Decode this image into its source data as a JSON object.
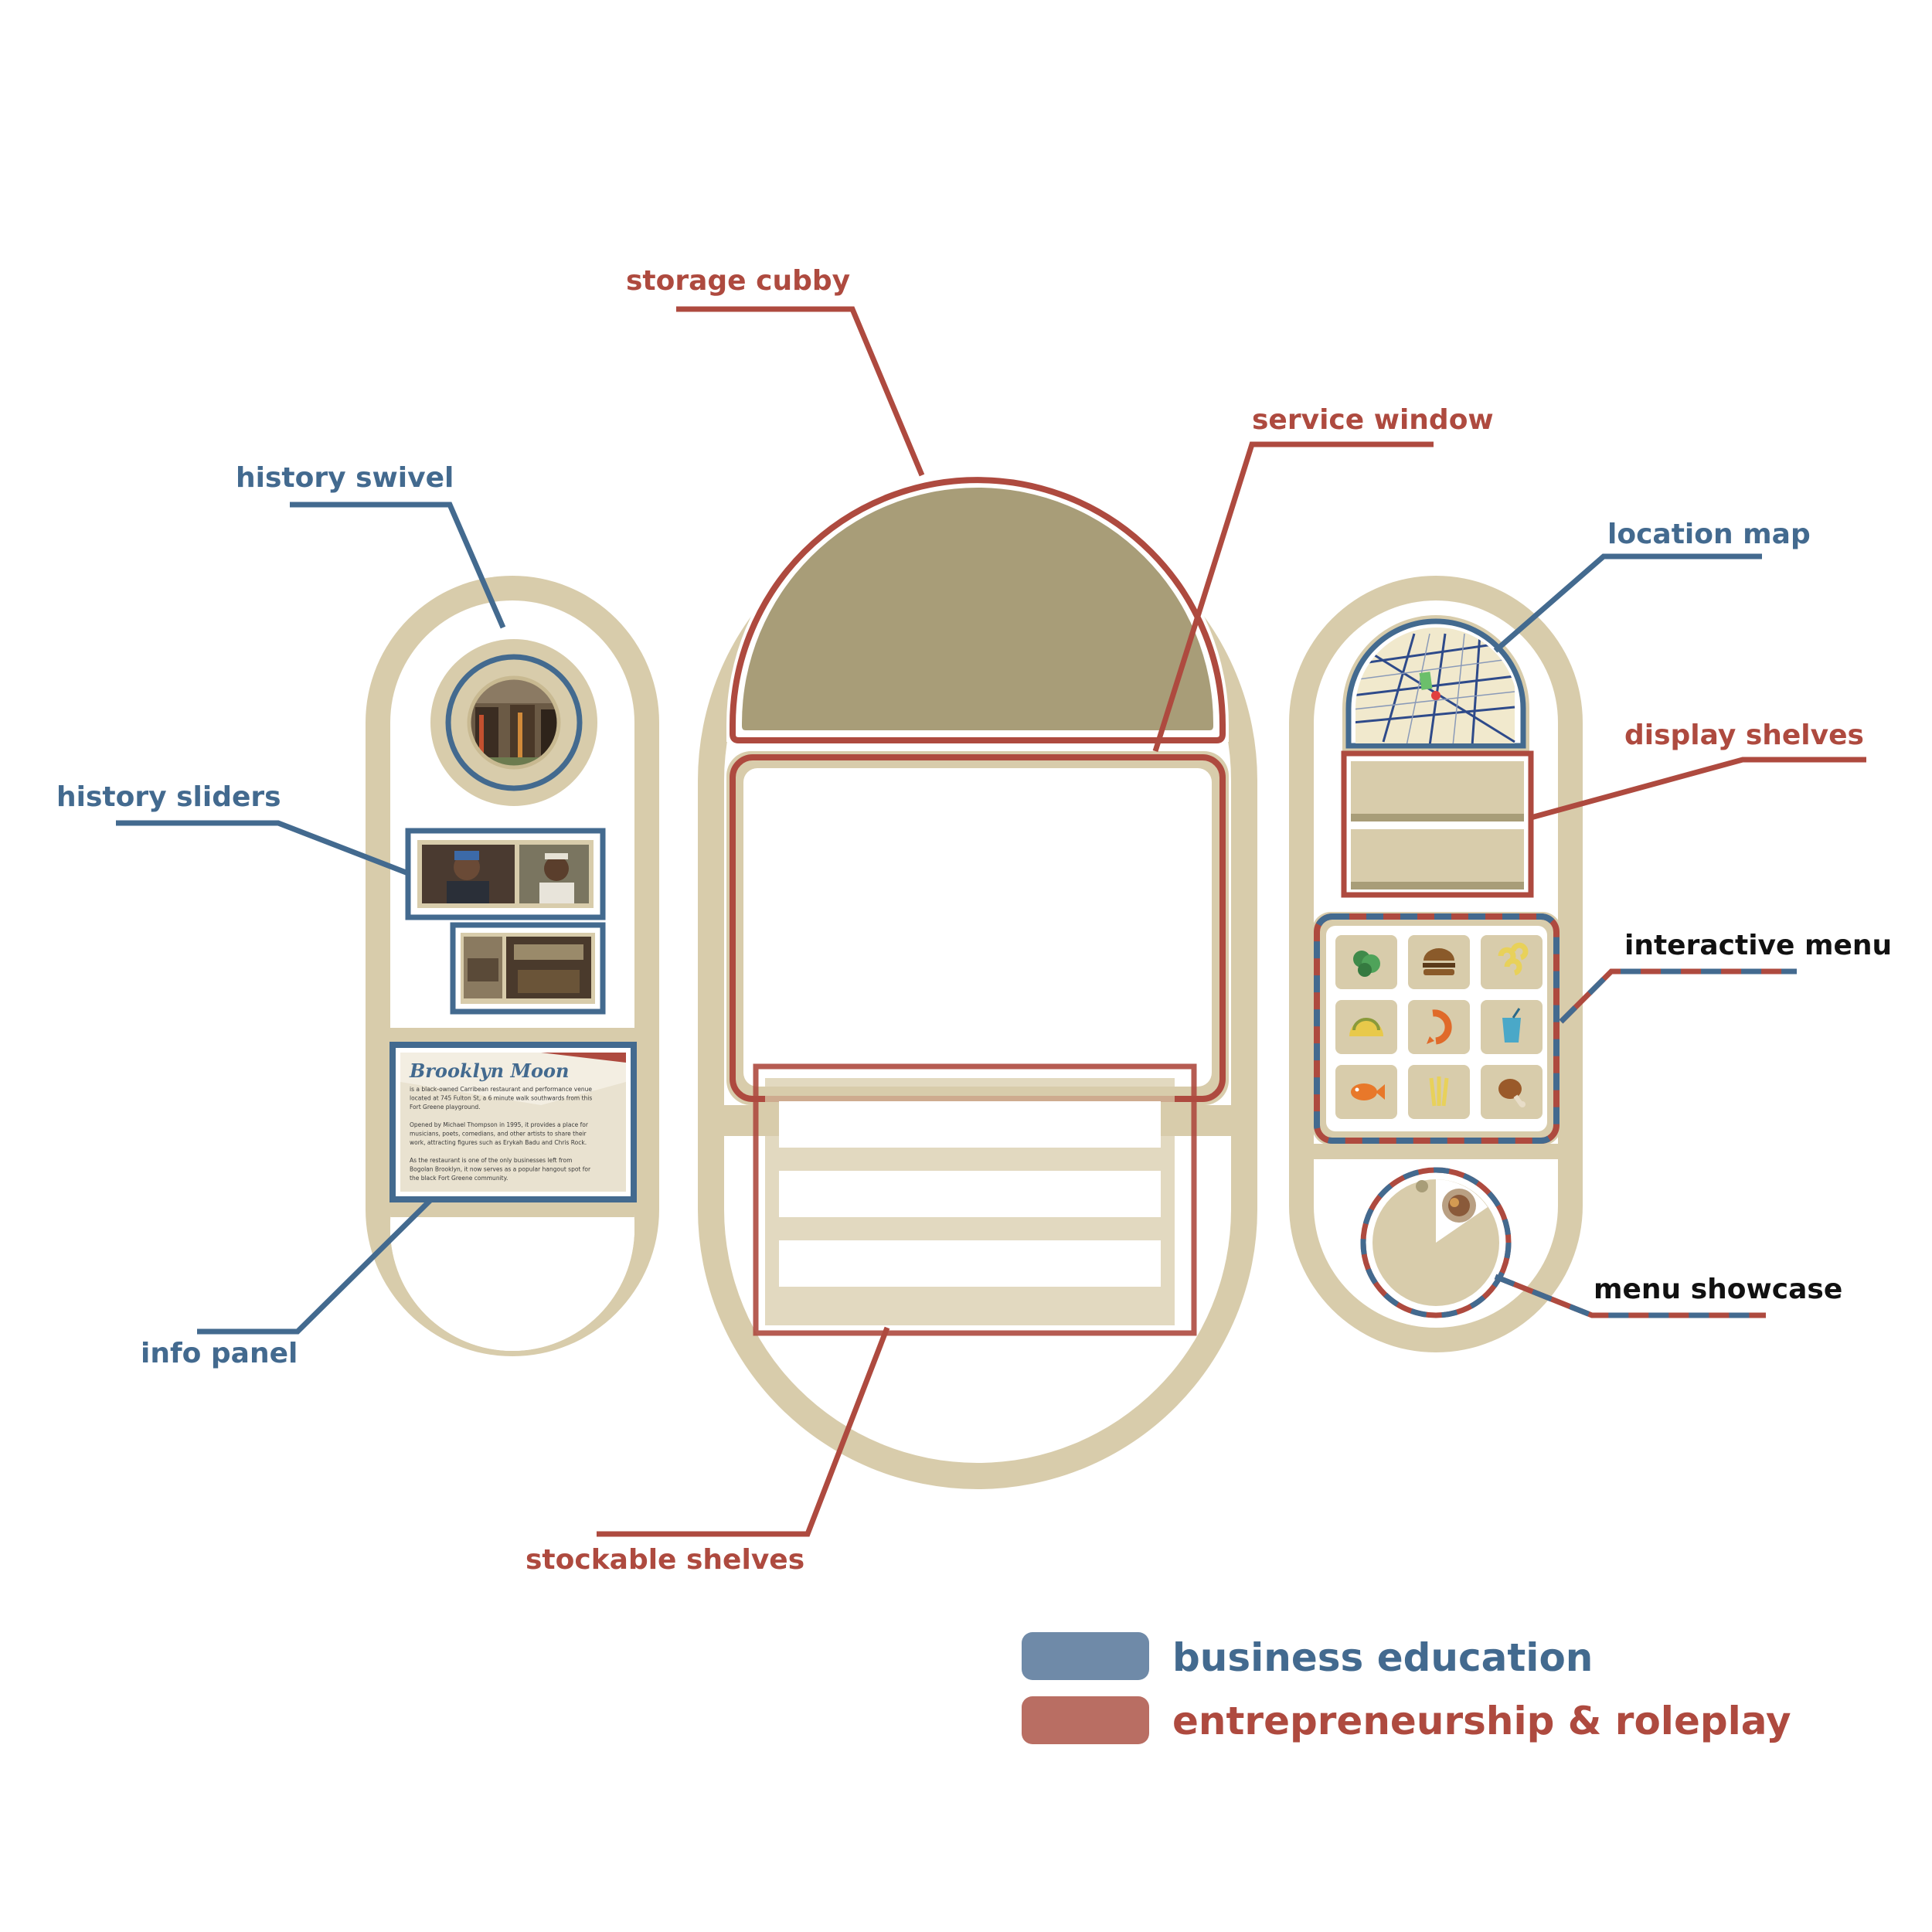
{
  "colors": {
    "tan": "#d8ccab",
    "olive": "#a89d78",
    "blue": "#436a8f",
    "red": "#ae4a3f",
    "legend_blue": "#6f8aa8",
    "legend_red": "#b96e63",
    "black": "#111111"
  },
  "labels": {
    "storage_cubby": "storage cubby",
    "service_window": "service window",
    "history_swivel": "history swivel",
    "location_map": "location map",
    "display_shelves": "display shelves",
    "history_sliders": "history sliders",
    "interactive_menu": "interactive menu",
    "menu_showcase": "menu showcase",
    "info_panel": "info panel",
    "stockable_shelves": "stockable shelves"
  },
  "info_panel": {
    "title": "Brooklyn Moon",
    "lines": [
      "is a black-owned Carribean restaurant and performance venue",
      "located at 745 Fulton St, a 6 minute walk southwards from this",
      "Fort Greene playground.",
      "",
      "Opened by Michael Thompson in 1995, it provides a place for",
      "musicians, poets, comedians, and other artists to share their",
      "work, attracting figures such as Erykah Badu and Chris Rock.",
      "",
      "As the restaurant is one of the only businesses left from",
      "Bogolan Brooklyn, it now serves as a popular hangout spot for",
      "the black Fort Greene community."
    ]
  },
  "menu_icons": [
    "lettuce-icon",
    "burger-icon",
    "macaroni-icon",
    "taco-icon",
    "shrimp-icon",
    "drink-icon",
    "fish-icon",
    "fries-icon",
    "drumstick-icon"
  ],
  "legend": {
    "items": [
      {
        "label": "business education",
        "color": "#6f8aa8",
        "text_color": "#436a8f"
      },
      {
        "label": "entrepreneurship & roleplay",
        "color": "#b96e63",
        "text_color": "#ae4a3f"
      }
    ]
  }
}
